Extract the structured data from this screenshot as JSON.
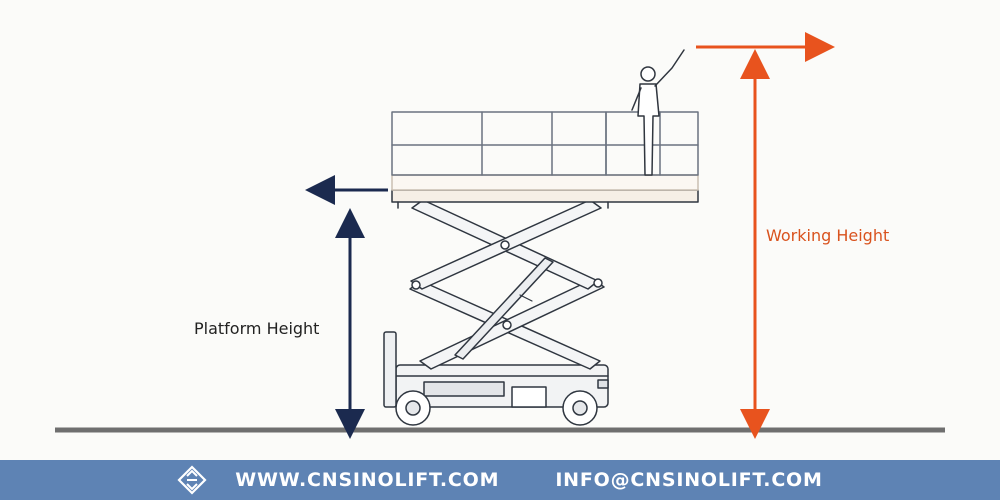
{
  "labels": {
    "platform_height": "Platform Height",
    "working_height": "Working Height"
  },
  "footer": {
    "website": "WWW.CNSINOLIFT.COM",
    "email": "INFO@CNSINOLIFT.COM",
    "logo_icon": "diamond-logo-icon"
  },
  "colors": {
    "background": "#fbfbf9",
    "ground": "#6f6f6f",
    "platform_arrow": "#1b2a4f",
    "working_arrow": "#e8531e",
    "platform_label": "#222222",
    "working_label": "#d9531e",
    "footer_bg": "#5e83b4",
    "footer_text": "#ffffff",
    "machine_line": "#2f3640"
  }
}
